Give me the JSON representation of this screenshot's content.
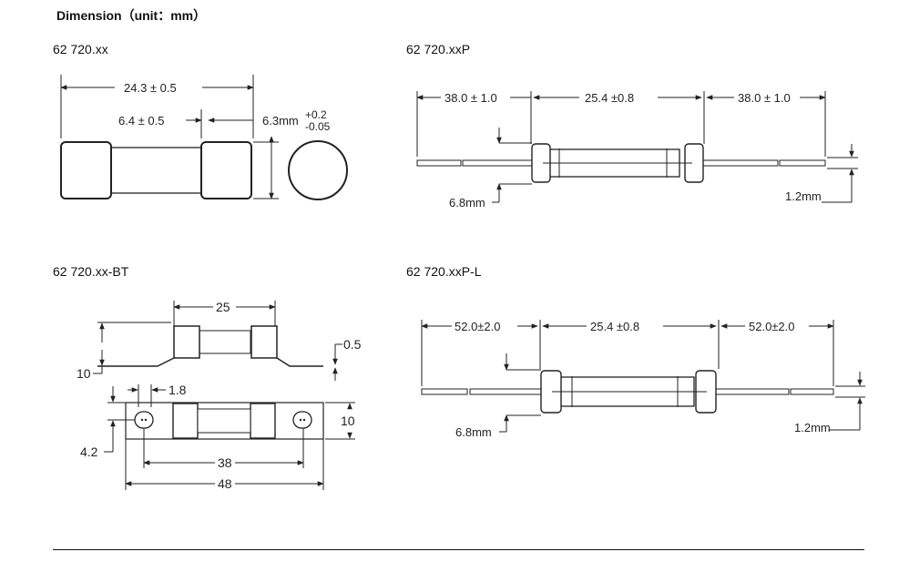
{
  "heading": "Dimension（unit：mm）",
  "models": {
    "a": "62 720.xx",
    "b": "62 720.xxP",
    "c": "62 720.xx-BT",
    "d": "62 720.xxP-L"
  },
  "diagram_a": {
    "length": "24.3 ± 0.5",
    "cap": "6.4 ± 0.5",
    "diameter": "6.3mm",
    "tol_plus": "+0.2",
    "tol_minus": "-0.05"
  },
  "diagram_b": {
    "lead_left": "38.0 ± 1.0",
    "body": "25.4 ±0.8",
    "lead_right": "38.0 ± 1.0",
    "body_dia": "6.8mm",
    "lead_dia": "1.2mm"
  },
  "diagram_c": {
    "top_len": "25",
    "thick": "0.5",
    "height": "10",
    "hole": "1.8",
    "width": "10",
    "offset": "4.2",
    "pitch": "38",
    "total": "48"
  },
  "diagram_d": {
    "lead_left": "52.0±2.0",
    "body": "25.4 ±0.8",
    "lead_right": "52.0±2.0",
    "body_dia": "6.8mm",
    "lead_dia": "1.2mm"
  }
}
